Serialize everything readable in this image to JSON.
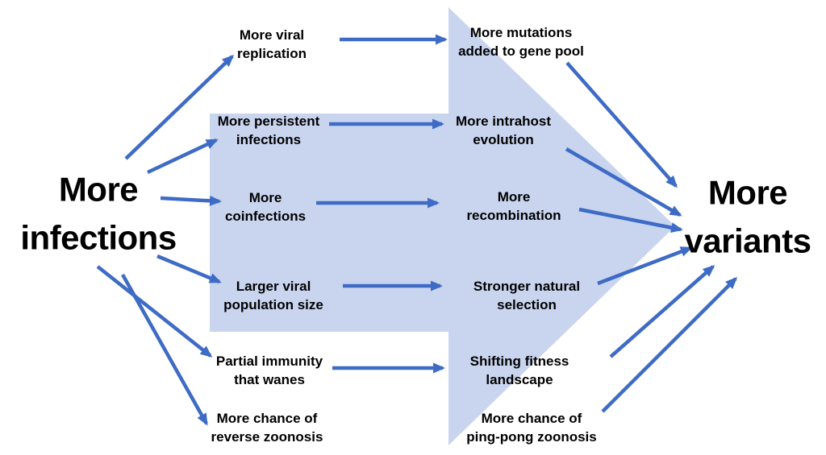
{
  "left_node": {
    "label": "More\ninfections"
  },
  "right_node": {
    "label": "More\nvariants"
  },
  "causes": [
    {
      "label": "More viral\nreplication"
    },
    {
      "label": "More persistent\ninfections"
    },
    {
      "label": "More\ncoinfections"
    },
    {
      "label": "Larger viral\npopulation size"
    },
    {
      "label": "Partial immunity\nthat wanes"
    },
    {
      "label": "More chance of\nreverse zoonosis"
    }
  ],
  "mechanisms": [
    {
      "label": "More mutations\nadded to gene pool"
    },
    {
      "label": "More intrahost\nevolution"
    },
    {
      "label": "More\nrecombination"
    },
    {
      "label": "Stronger natural\nselection"
    },
    {
      "label": "Shifting fitness\nlandscape"
    },
    {
      "label": "More chance of\nping-pong zoonosis"
    }
  ],
  "colors": {
    "arrow_blue": "#3e6bc5",
    "big_arrow_fill": "#c9d5ef",
    "text": "#000000",
    "background": "#ffffff"
  }
}
